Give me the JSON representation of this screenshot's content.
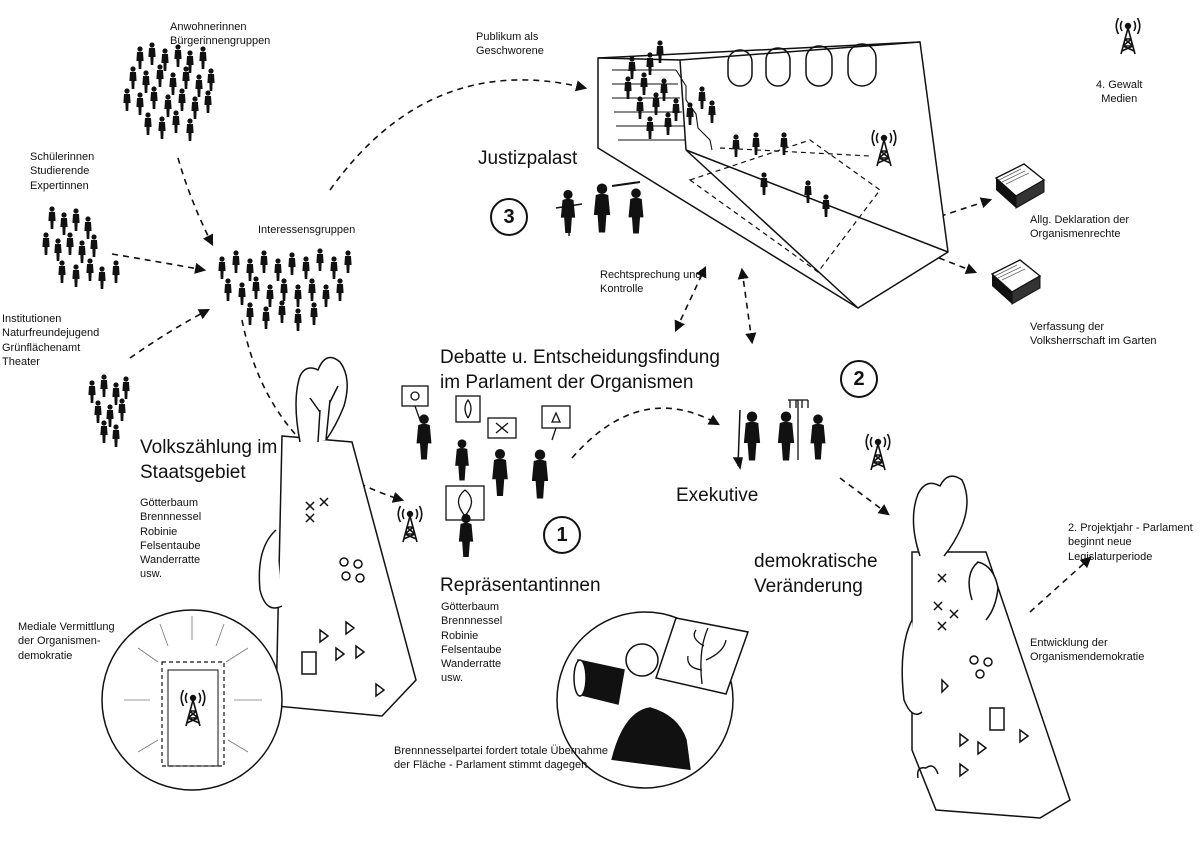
{
  "crowds": {
    "residents": [
      "Anwohnerinnen",
      "Bürgerinnengruppen"
    ],
    "students": [
      "Schülerinnen",
      "Studierende",
      "Expertinnen"
    ],
    "institutions": [
      "Institutionen",
      "Naturfreundejugend",
      "Grünflächenamt",
      "Theater"
    ],
    "interest_groups": "Interessensgruppen"
  },
  "judiciary": {
    "audience_label": [
      "Publikum als",
      "Geschworene"
    ],
    "title": "Justizpalast",
    "number": "3",
    "subtitle": [
      "Rechtsprechung und",
      "Kontrolle"
    ]
  },
  "media": [
    "4. Gewalt",
    "Medien"
  ],
  "documents": {
    "declaration": [
      "Allg. Deklaration der",
      "Organismenrechte"
    ],
    "constitution": [
      "Verfassung der",
      "Volksherrschaft im Garten"
    ]
  },
  "parliament": {
    "title": [
      "Debatte u. Entscheidungsfindung",
      "im Parlament der Organismen"
    ],
    "number": "1",
    "reps_title": "Repräsentantinnen",
    "reps_list": [
      "Götterbaum",
      "Brennnessel",
      "Robinie",
      "Felsentaube",
      "Wanderratte",
      "usw."
    ]
  },
  "executive": {
    "title": "Exekutive",
    "number": "2"
  },
  "census": {
    "title": [
      "Volkszählung im",
      "Staatsgebiet"
    ],
    "list": [
      "Götterbaum",
      "Brennnessel",
      "Robinie",
      "Felsentaube",
      "Wanderratte",
      "usw."
    ]
  },
  "media_mediation": [
    "Mediale Vermittlung",
    "der Organismen-",
    "demokratie"
  ],
  "change": {
    "title": [
      "demokratische",
      "Veränderung"
    ],
    "caption": [
      "Brennnesselpartei fordert totale Übernahme",
      "der Fläche - Parlament stimmt dagegen"
    ]
  },
  "future": {
    "year2": [
      "2. Projektjahr - Parlament",
      "beginnt neue",
      "Legislaturperiode"
    ],
    "development": [
      "Entwicklung der",
      "Organismendemokratie"
    ]
  }
}
